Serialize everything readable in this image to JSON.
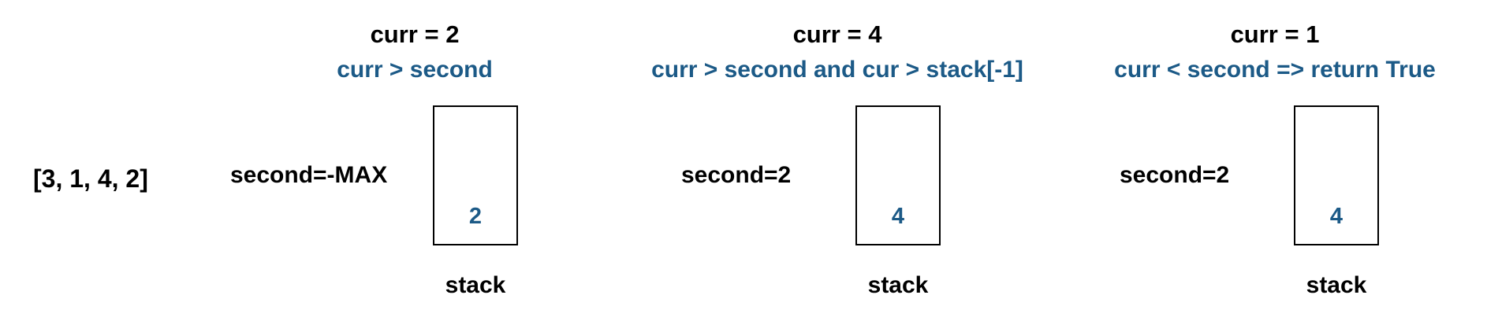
{
  "input_array": "[3, 1, 4, 2]",
  "steps": [
    {
      "curr": "curr = 2",
      "condition": "curr > second",
      "second": "second=-MAX",
      "stack_value": "2",
      "stack_label": "stack"
    },
    {
      "curr": "curr = 4",
      "condition": "curr > second and cur > stack[-1]",
      "second": "second=2",
      "stack_value": "4",
      "stack_label": "stack"
    },
    {
      "curr": "curr = 1",
      "condition": "curr < second => return True",
      "second": "second=2",
      "stack_value": "4",
      "stack_label": "stack"
    }
  ],
  "colors": {
    "text": "#000000",
    "accent": "#1c5a87"
  }
}
